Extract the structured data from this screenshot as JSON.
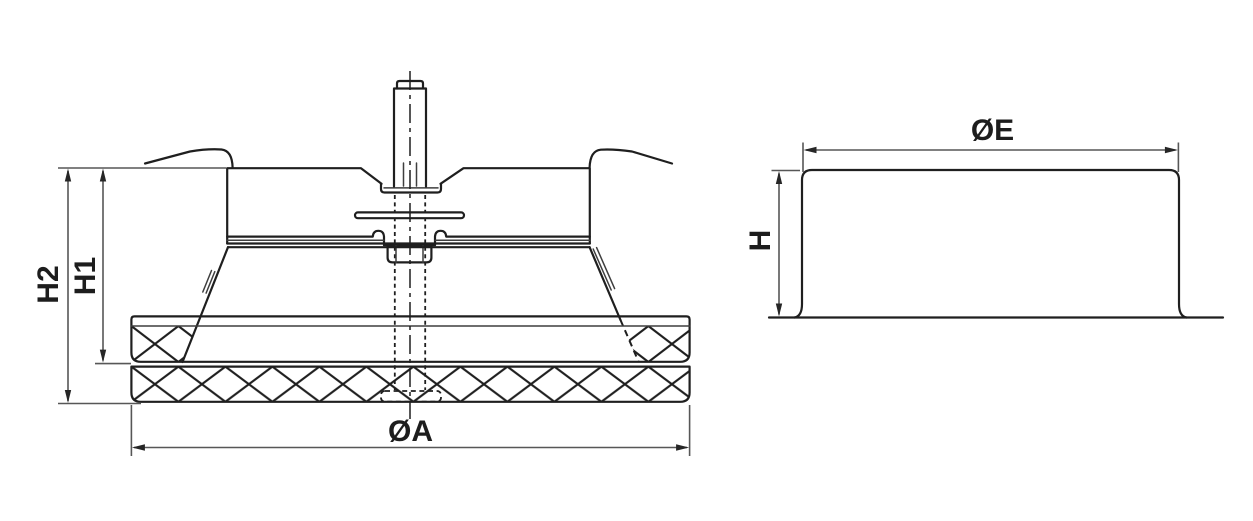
{
  "drawing": {
    "type": "technical-drawing",
    "views": [
      {
        "id": "section-view",
        "description": "cross-section of ceiling disc valve mounted in panel",
        "dimension_labels": [
          "H2",
          "H1",
          "ØA"
        ]
      },
      {
        "id": "side-view",
        "description": "outer casing elevation",
        "dimension_labels": [
          "ØE",
          "H"
        ]
      }
    ],
    "labels": {
      "h2": "H2",
      "h1": "H1",
      "dia_a": "ØA",
      "dia_e": "ØE",
      "h": "H"
    },
    "colors": {
      "outline": "#1f1f1f",
      "dimension_line": "#575757",
      "text": "#1d1d1d",
      "background": "#ffffff"
    }
  }
}
